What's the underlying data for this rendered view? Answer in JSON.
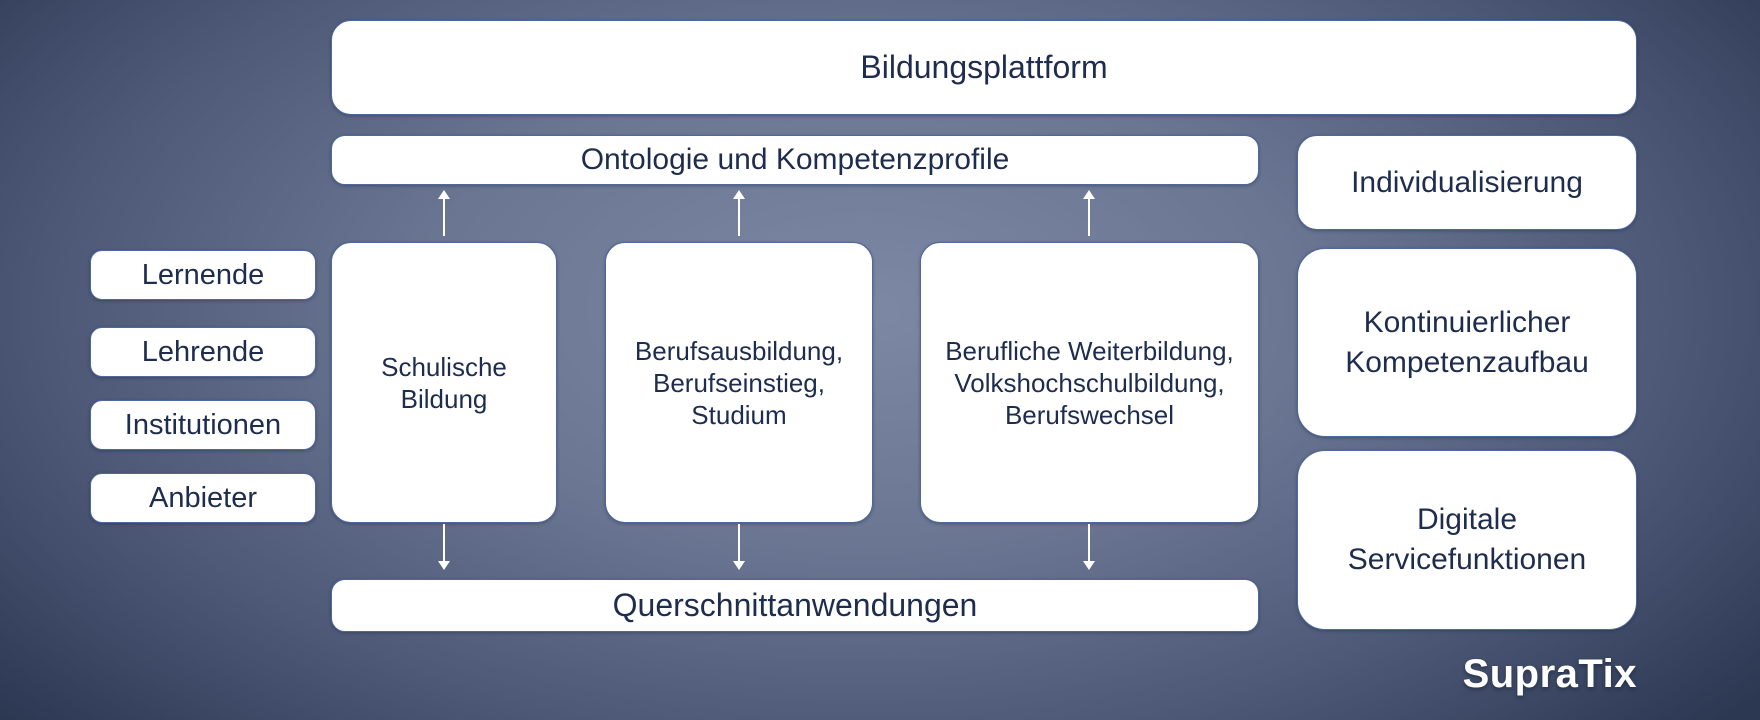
{
  "colors": {
    "background_center": "#7d89a4",
    "background_edge": "#2c3852",
    "box_fill": "#ffffff",
    "box_border": "#4e68a0",
    "text": "#1e2d4e",
    "arrow": "#ffffff",
    "logo": "#ffffff"
  },
  "icons": {
    "arrow_up": "↑",
    "arrow_down": "↓"
  },
  "platform": {
    "label": "Bildungsplattform"
  },
  "ontology": {
    "label": "Ontologie und Kompetenzprofile"
  },
  "cross_apps": {
    "label": "Querschnittanwendungen"
  },
  "actors": [
    {
      "label": "Lernende"
    },
    {
      "label": "Lehrende"
    },
    {
      "label": "Institutionen"
    },
    {
      "label": "Anbieter"
    }
  ],
  "segments": [
    {
      "lines": [
        "Schulische",
        "Bildung"
      ]
    },
    {
      "lines": [
        "Berufsausbildung,",
        "Berufseinstieg,",
        "Studium"
      ]
    },
    {
      "lines": [
        "Berufliche Weiterbildung,",
        "Volkshochschulbildung,",
        "Berufswechsel"
      ]
    }
  ],
  "features": [
    {
      "lines": [
        "Individualisierung"
      ]
    },
    {
      "lines": [
        "Kontinuierlicher",
        "Kompetenzaufbau"
      ]
    },
    {
      "lines": [
        "Digitale",
        "Servicefunktionen"
      ]
    }
  ],
  "logo": {
    "text": "SupraTix"
  }
}
